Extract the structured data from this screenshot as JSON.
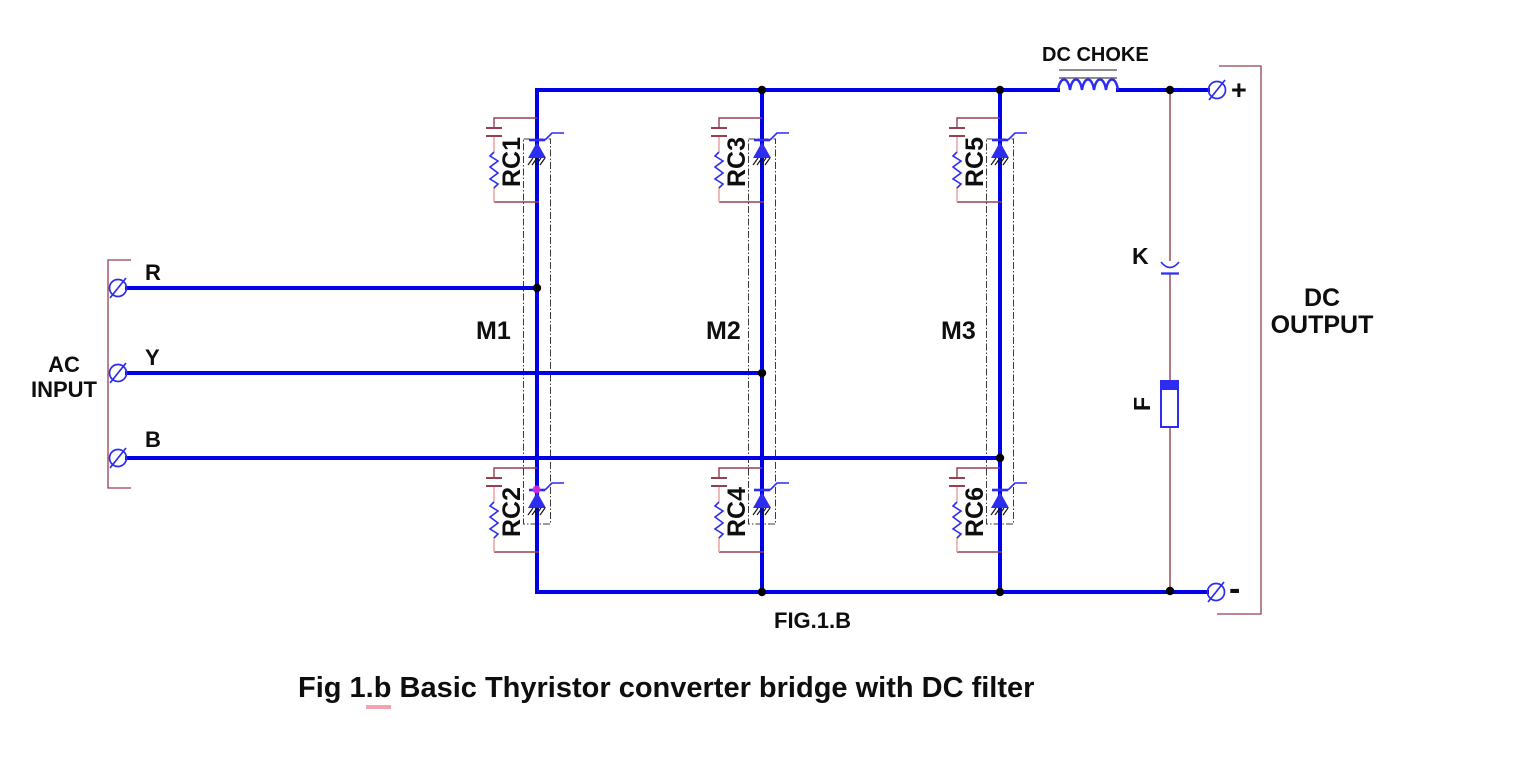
{
  "ac_input": {
    "label": "AC\nINPUT",
    "phases": {
      "r": "R",
      "y": "Y",
      "b": "B"
    }
  },
  "bridge": {
    "legs": {
      "m1": "M1",
      "m2": "M2",
      "m3": "M3"
    },
    "snubbers": {
      "rc1": "RC1",
      "rc2": "RC2",
      "rc3": "RC3",
      "rc4": "RC4",
      "rc5": "RC5",
      "rc6": "RC6"
    }
  },
  "dc_side": {
    "choke_label": "DC CHOKE",
    "capacitor_label": "K",
    "fuse_label": "F",
    "plus": "+",
    "minus": "-",
    "output_label": "DC\nOUTPUT"
  },
  "fig_tag": "FIG.1.B",
  "caption": {
    "prefix": "Fig 1",
    "underlined": ".b",
    "rest": " Basic Thyristor converter bridge with DC filter"
  },
  "colors": {
    "wire_blue": "#0000e6",
    "component_blue": "#2d2df0",
    "snubber_maroon": "#924150",
    "snubber_salmon": "#f2a6a6",
    "choke_core_gray": "#666666",
    "junction_black": "#000000",
    "node_magenta": "#d92bd9",
    "spellcheck_pink": "#f2a2b0",
    "text_black": "#0e0e0e"
  }
}
